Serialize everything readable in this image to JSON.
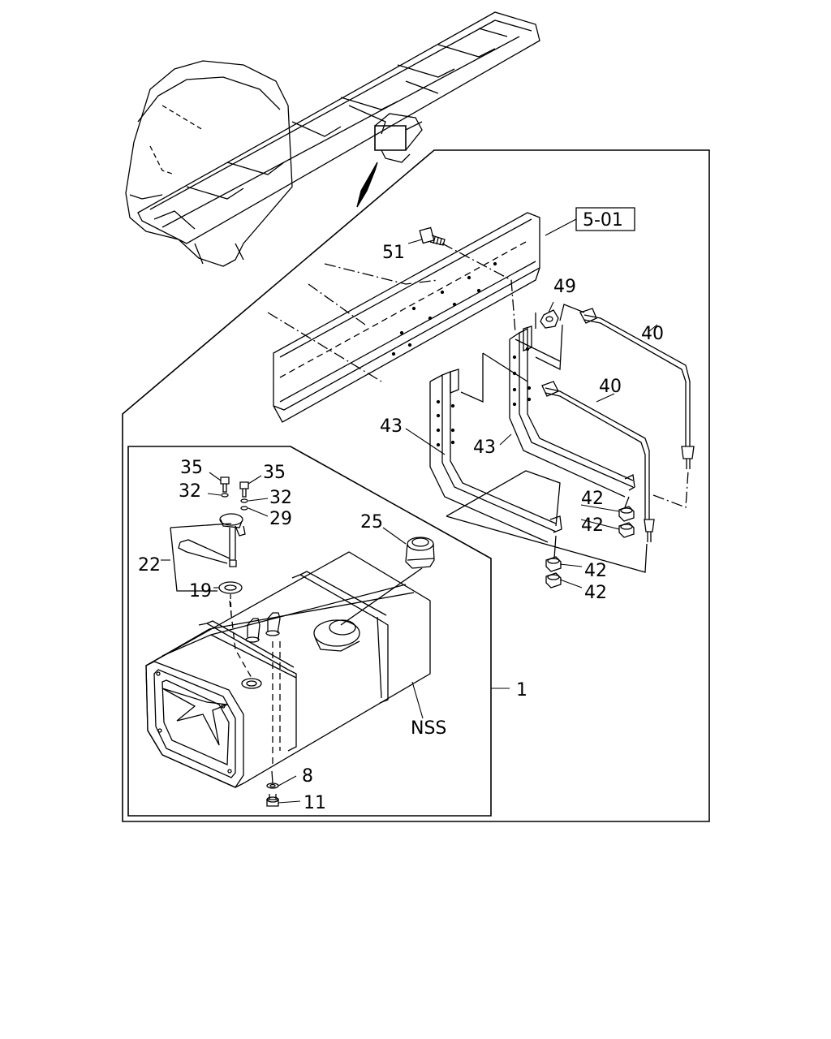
{
  "diagram": {
    "reference_box": "5-01",
    "callouts": {
      "p51": "51",
      "p49": "49",
      "p40a": "40",
      "p40b": "40",
      "p43a": "43",
      "p43b": "43",
      "p42a": "42",
      "p42b": "42",
      "p42c": "42",
      "p42d": "42",
      "p35a": "35",
      "p35b": "35",
      "p32a": "32",
      "p32b": "32",
      "p29": "29",
      "p25": "25",
      "p22": "22",
      "p19": "19",
      "p1": "1",
      "nss": "NSS",
      "p8": "8",
      "p11": "11"
    }
  }
}
